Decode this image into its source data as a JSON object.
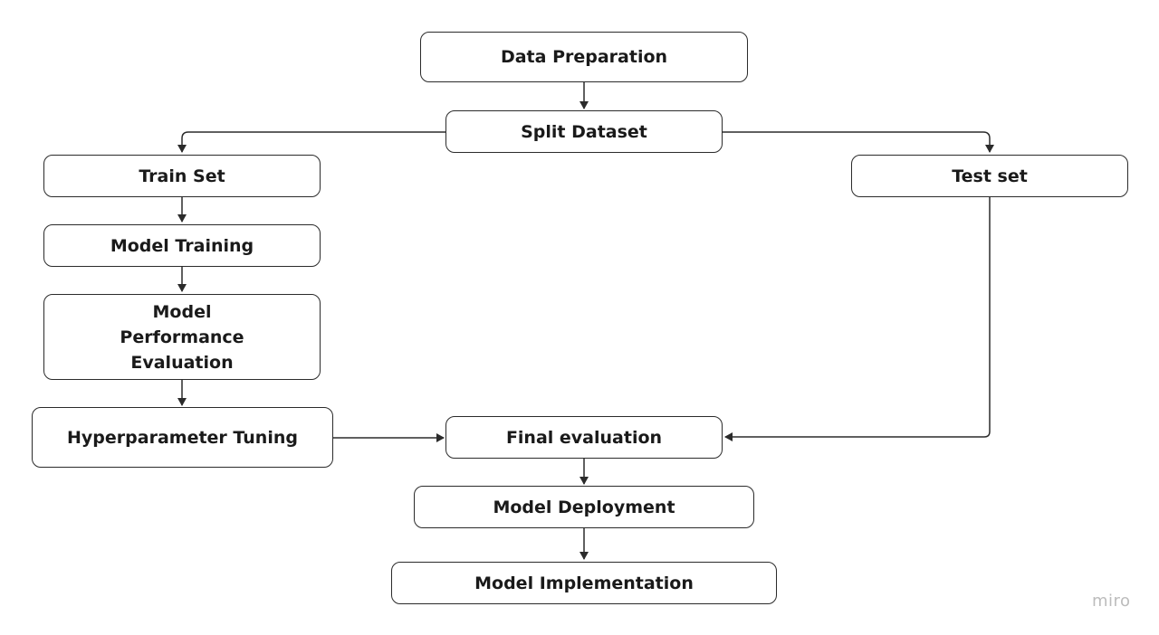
{
  "nodes": {
    "data_preparation": "Data Preparation",
    "split_dataset": "Split Dataset",
    "train_set": "Train Set",
    "test_set": "Test set",
    "model_training": "Model Training",
    "model_performance_evaluation": [
      "Model",
      "Performance",
      "Evaluation"
    ],
    "hyperparameter_tuning": "Hyperparameter Tuning",
    "final_evaluation": "Final evaluation",
    "model_deployment": "Model Deployment",
    "model_implementation": "Model Implementation"
  },
  "watermark": "miro",
  "colors": {
    "stroke": "#2b2b2b",
    "text": "#1a1a1a",
    "watermark": "#bcbcbc"
  }
}
